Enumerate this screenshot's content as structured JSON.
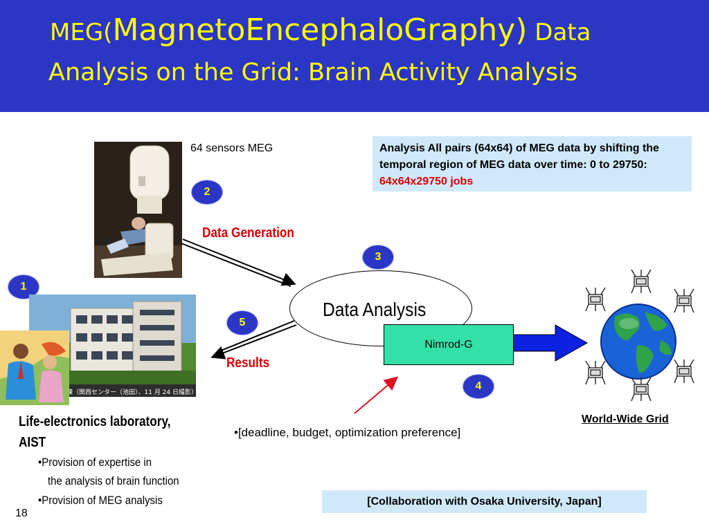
{
  "header": {
    "title_prefix": "MEG(",
    "title_main": "MagnetoEncephaloGraphy)",
    "title_suffix": " Data",
    "title_line2": "Analysis on the Grid: Brain Activity Analysis"
  },
  "steps": {
    "s1": "1",
    "s2": "2",
    "s3": "3",
    "s4": "4",
    "s5": "5"
  },
  "meg": {
    "sensor_label": "64 sensors MEG"
  },
  "labels": {
    "data_generation": "Data Generation",
    "results": "Results",
    "data_analysis": "Data Analysis",
    "nimrod": "Nimrod-G",
    "preference": "•[deadline, budget, optimization preference]"
  },
  "analysis_box": {
    "text": "Analysis All pairs (64x64) of MEG data by shifting the temporal region of MEG data over time: 0 to 29750: ",
    "highlight": "64x64x29750 jobs"
  },
  "lab": {
    "title_line1": "Life-electronics laboratory,",
    "title_line2": "AIST",
    "bullet1_line1": "•Provision of expertise in",
    "bullet1_line2": "the analysis of brain function",
    "bullet2": "•Provision of MEG analysis",
    "photo_caption": "棟（関西センター（池田）、11 月 24 日撮影）"
  },
  "grid": {
    "label": "World-Wide Grid"
  },
  "collaboration": "[Collaboration with Osaka University, Japan]",
  "page_number": "18",
  "colors": {
    "header_bg": "#2b36c4",
    "title_yellow": "#ffff00",
    "label_red": "#dd0000",
    "box_blue": "#cfe9fb",
    "nimrod_green": "#33e0a8",
    "big_arrow": "#0a22e0"
  },
  "icons": {
    "globe": "globe-icon",
    "computer": "computer-node-icon",
    "meg": "meg-scanner-image",
    "building": "laboratory-building-image",
    "people": "researchers-clipart"
  }
}
